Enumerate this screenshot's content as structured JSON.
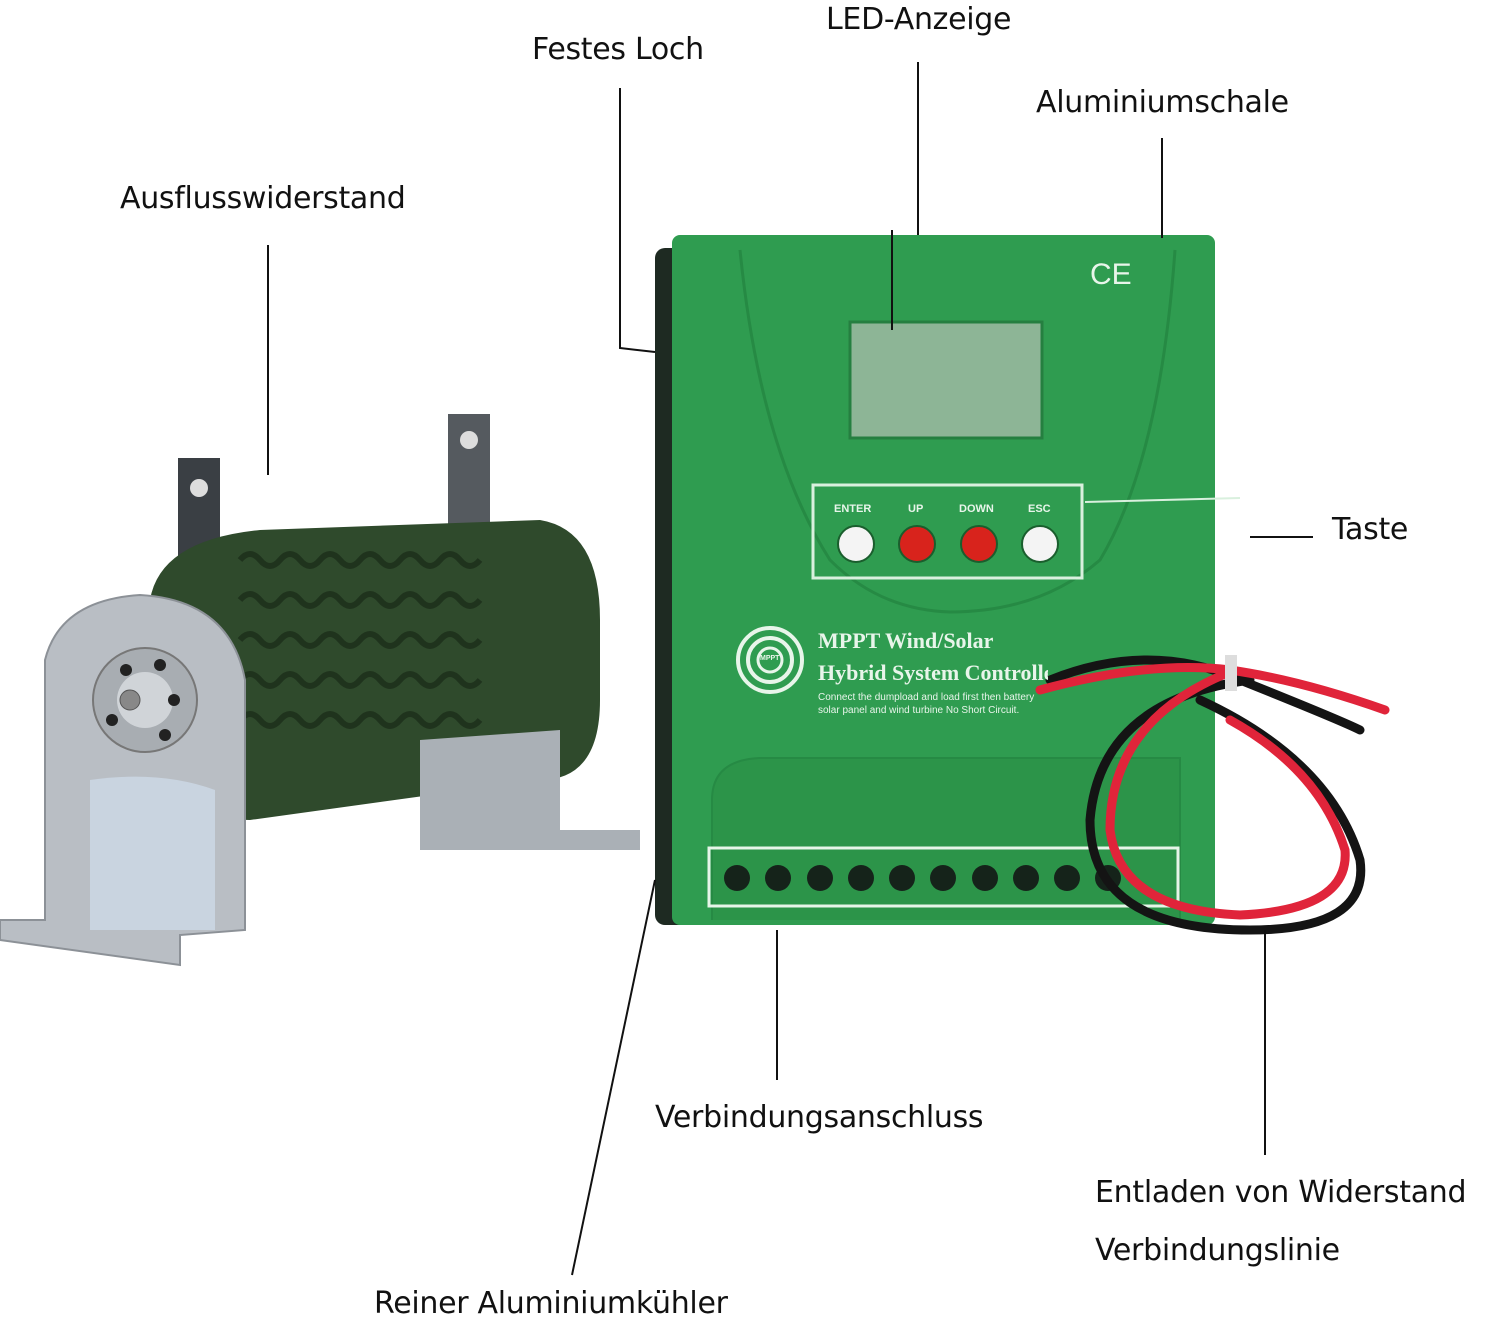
{
  "labels": {
    "led_display": "LED-Anzeige",
    "fixed_hole": "Festes Loch",
    "aluminium_shell": "Aluminiumschale",
    "dump_resistor": "Ausflusswiderstand",
    "button": "Taste",
    "connection_terminal": "Verbindungsanschluss",
    "discharge_line_1": "Entladen von Widerstand",
    "discharge_line_2": "Verbindungslinie",
    "aluminium_cooler": "Reiner Aluminiumkühler"
  },
  "controller": {
    "ce_mark": "CE",
    "buttons": [
      {
        "label": "ENTER",
        "color": "#f4f4f4"
      },
      {
        "label": "UP",
        "color": "#d8231c"
      },
      {
        "label": "DOWN",
        "color": "#d8231c"
      },
      {
        "label": "ESC",
        "color": "#f4f4f4"
      }
    ],
    "logo_text": "MPPT",
    "title_1": "MPPT Wind/Solar",
    "title_2": "Hybrid System Controller",
    "note_1": "Connect the dumpload and load first then battery",
    "note_2": "solar panel and wind turbine No Short Circuit.",
    "body_color": "#2f9c50",
    "lcd_color": "#8db596"
  },
  "colors": {
    "resistor_body": "#2f4a2c",
    "bracket": "#b9bec4",
    "cable_red": "#e0243a",
    "cable_black": "#141414"
  }
}
